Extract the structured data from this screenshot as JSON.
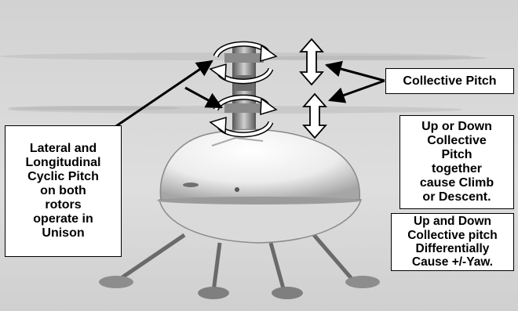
{
  "figure": {
    "subject": "coaxial-rotor-helicopter-photo",
    "callouts": {
      "collective_pitch": {
        "lines": [
          "Collective Pitch"
        ]
      },
      "cyclic_pitch": {
        "lines": [
          "Lateral and",
          "Longitudinal",
          "Cyclic Pitch",
          "on both",
          "rotors",
          "operate in",
          "Unison"
        ]
      },
      "climb_descent": {
        "lines": [
          "Up or Down",
          "Collective",
          "Pitch",
          "together",
          "cause Climb",
          "or Descent."
        ]
      },
      "yaw": {
        "lines": [
          "Up and Down",
          "Collective pitch",
          "Differentially",
          "Cause +/-Yaw."
        ]
      }
    },
    "icons": {
      "tilt_arrow": "curved-arrow-icon",
      "collective_arrow": "double-headed-vertical-arrow-icon",
      "pointer": "straight-pointer-arrow-icon"
    },
    "colors": {
      "ink": "#000000",
      "callout_bg": "#ffffff",
      "sky": "#d9d9d9"
    }
  }
}
